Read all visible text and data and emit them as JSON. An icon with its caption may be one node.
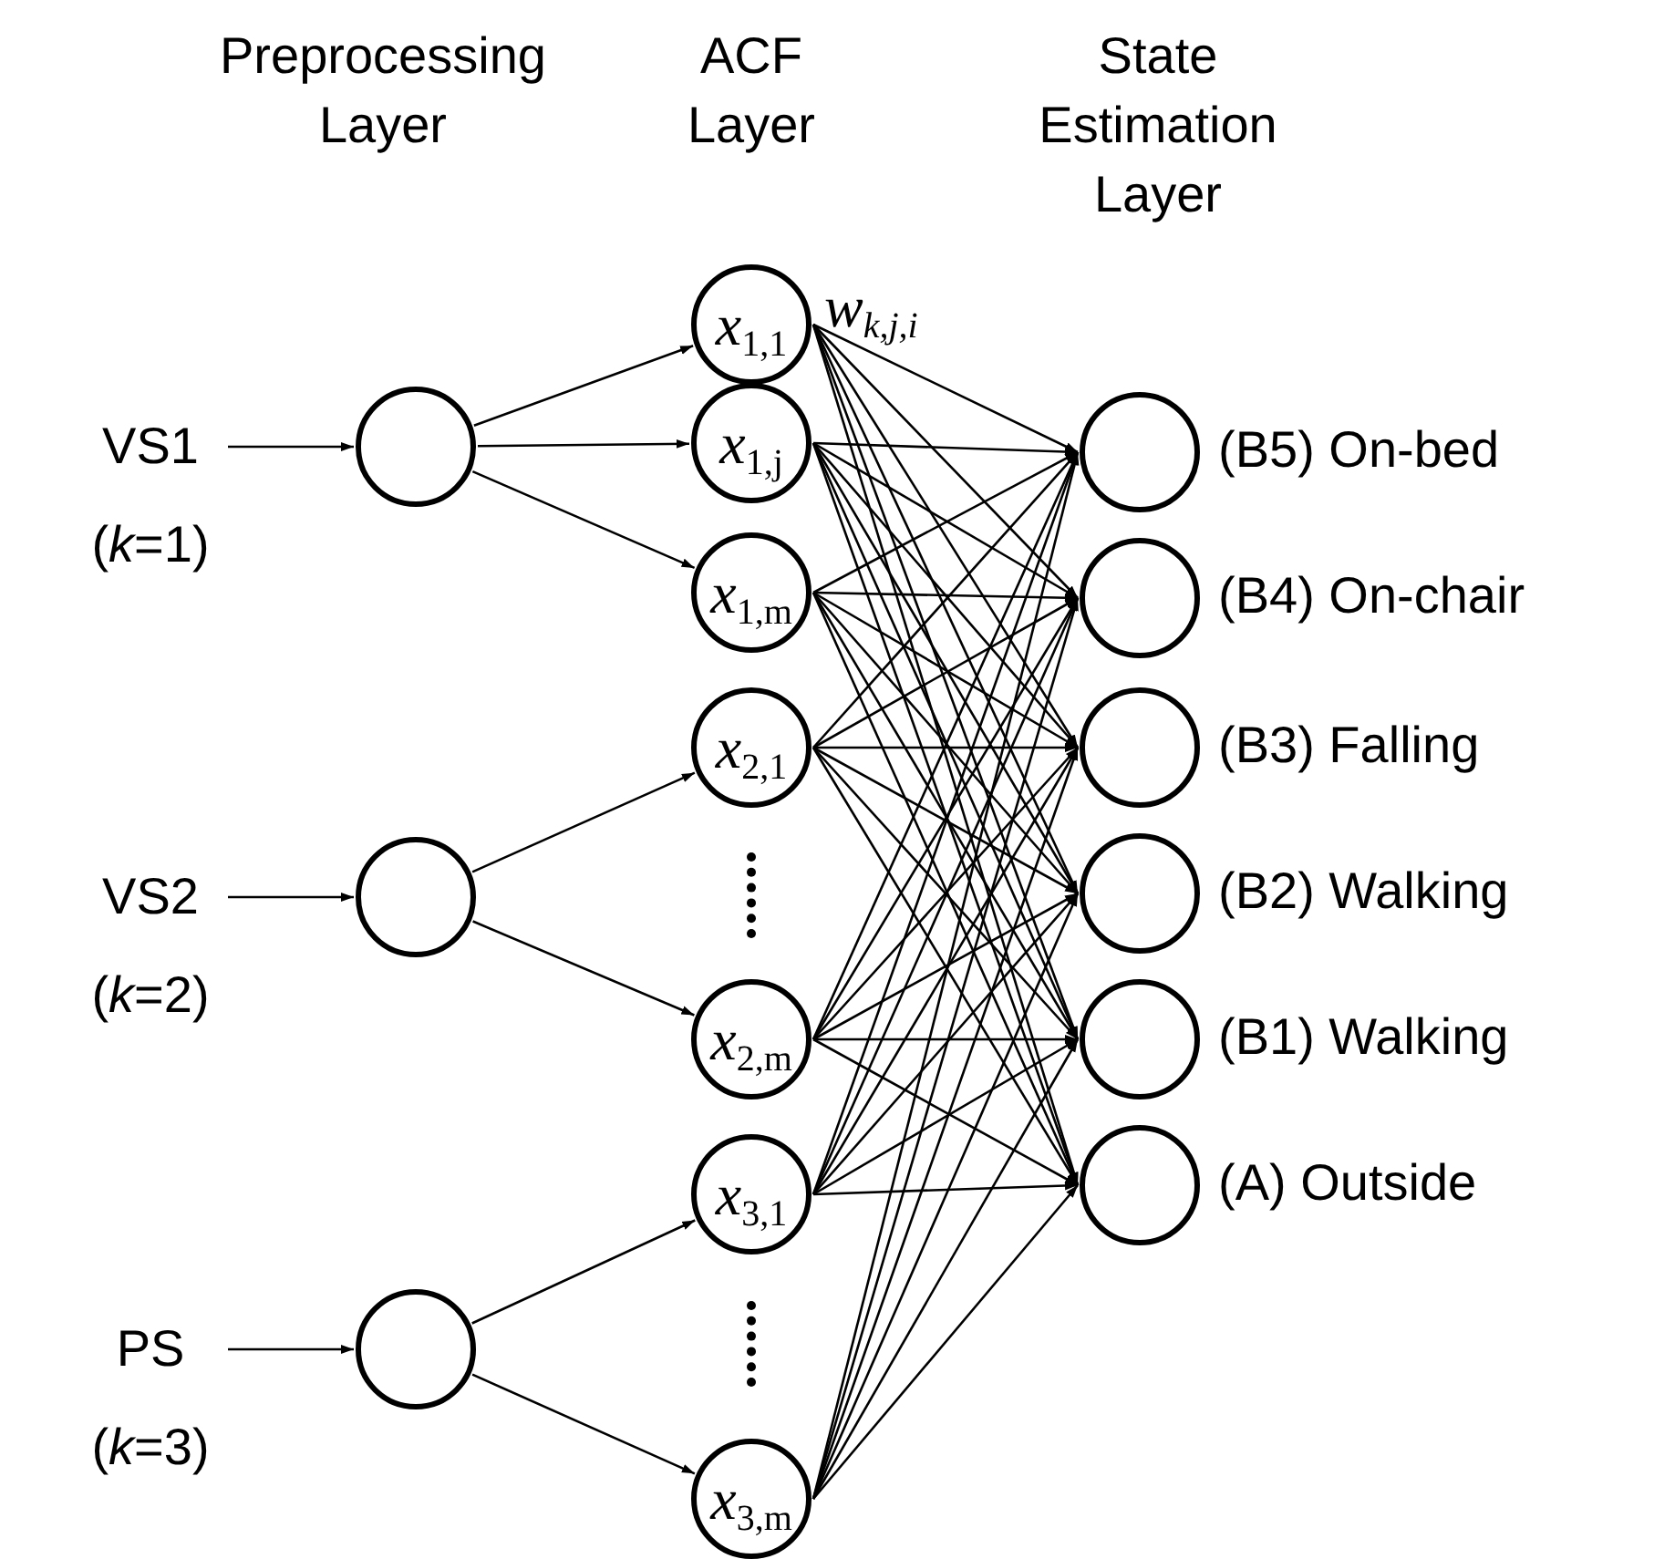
{
  "diagram": {
    "nodes": [
      {
        "text": [
          "VS1 (*k*=1)"
        ]
      },
      {
        "text": [
          "VS2 (*k*=2)"
        ]
      },
      {
        "text": [
          "PS (*k*=3)"
        ]
      },
      {
        "text": [],
        "shape": "circle"
      },
      {
        "text": [],
        "shape": "circle"
      },
      {
        "text": [],
        "shape": "circle"
      },
      {
        "text": [
          "*x*$_{1,1}$"
        ]
      },
      {
        "text": [
          "*x*$_{1,j}$"
        ]
      },
      {
        "text": [
          "*x*$_{1,m}$"
        ]
      },
      {
        "text": [
          "*x*$_{2,1}$"
        ]
      },
      {
        "text": [
          "*x*$_{2,m}$"
        ]
      },
      {
        "text": [
          "*x*$_{3,1}$"
        ]
      },
      {
        "text": [
          "*x*$_{3,m}$"
        ]
      },
      {
        "text": [],
        "shape": "circle",
        "beside": [
          "(B5) On-bed"
        ]
      },
      {
        "text": [],
        "shape": "circle",
        "beside": [
          "(B4) On-chair"
        ]
      },
      {
        "text": [],
        "shape": "circle",
        "beside": [
          "(B3) Falling"
        ]
      },
      {
        "text": [],
        "shape": "circle",
        "beside": [
          "(B2) Walking"
        ]
      },
      {
        "text": [],
        "shape": "circle",
        "beside": [
          "(B1) Walking"
        ]
      },
      {
        "text": [],
        "shape": "circle",
        "beside": [
          "(A) Outside"
        ]
      }
    ],
    "edges": [
      {
        "from": 0,
        "to": 3,
        "arrow": "to"
      },
      {
        "from": 1,
        "to": 4,
        "arrow": "to"
      },
      {
        "from": 2,
        "to": 5,
        "arrow": "to"
      },
      {
        "from": 3,
        "to": 6,
        "arrow": "to"
      },
      {
        "from": 3,
        "to": 7,
        "arrow": "to"
      },
      {
        "from": 3,
        "to": 8,
        "arrow": "to"
      },
      {
        "from": 4,
        "to": 9,
        "arrow": "to"
      },
      {
        "from": 4,
        "to": 10,
        "arrow": "to"
      },
      {
        "from": 5,
        "to": 11,
        "arrow": "to"
      },
      {
        "from": 5,
        "to": 12,
        "arrow": "to"
      },
      {
        "from": 6,
        "to": 13,
        "arrow": "to"
      },
      {
        "from": 6,
        "to": 14,
        "arrow": "to"
      },
      {
        "from": 6,
        "to": 15,
        "arrow": "to"
      },
      {
        "from": 6,
        "to": 16,
        "arrow": "to"
      },
      {
        "from": 6,
        "to": 17,
        "arrow": "to"
      },
      {
        "from": 6,
        "to": 18,
        "arrow": "to"
      },
      {
        "from": 7,
        "to": 13,
        "arrow": "to"
      },
      {
        "from": 7,
        "to": 14,
        "arrow": "to"
      },
      {
        "from": 7,
        "to": 15,
        "arrow": "to"
      },
      {
        "from": 7,
        "to": 16,
        "arrow": "to"
      },
      {
        "from": 7,
        "to": 17,
        "arrow": "to"
      },
      {
        "from": 7,
        "to": 18,
        "arrow": "to"
      },
      {
        "from": 8,
        "to": 13,
        "arrow": "to"
      },
      {
        "from": 8,
        "to": 14,
        "arrow": "to"
      },
      {
        "from": 8,
        "to": 15,
        "arrow": "to"
      },
      {
        "from": 8,
        "to": 16,
        "arrow": "to"
      },
      {
        "from": 8,
        "to": 17,
        "arrow": "to"
      },
      {
        "from": 8,
        "to": 18,
        "arrow": "to"
      },
      {
        "from": 9,
        "to": 13,
        "arrow": "to"
      },
      {
        "from": 9,
        "to": 14,
        "arrow": "to"
      },
      {
        "from": 9,
        "to": 15,
        "arrow": "to"
      },
      {
        "from": 9,
        "to": 16,
        "arrow": "to"
      },
      {
        "from": 9,
        "to": 17,
        "arrow": "to"
      },
      {
        "from": 9,
        "to": 18,
        "arrow": "to"
      },
      {
        "from": 10,
        "to": 13,
        "arrow": "to"
      },
      {
        "from": 10,
        "to": 14,
        "arrow": "to"
      },
      {
        "from": 10,
        "to": 15,
        "arrow": "to"
      },
      {
        "from": 10,
        "to": 16,
        "arrow": "to"
      },
      {
        "from": 10,
        "to": 17,
        "arrow": "to"
      },
      {
        "from": 10,
        "to": 18,
        "arrow": "to"
      },
      {
        "from": 11,
        "to": 13,
        "arrow": "to"
      },
      {
        "from": 11,
        "to": 14,
        "arrow": "to"
      },
      {
        "from": 11,
        "to": 15,
        "arrow": "to"
      },
      {
        "from": 11,
        "to": 16,
        "arrow": "to"
      },
      {
        "from": 11,
        "to": 17,
        "arrow": "to"
      },
      {
        "from": 11,
        "to": 18,
        "arrow": "to"
      },
      {
        "from": 12,
        "to": 13,
        "arrow": "to"
      },
      {
        "from": 12,
        "to": 14,
        "arrow": "to"
      },
      {
        "from": 12,
        "to": 15,
        "arrow": "to"
      },
      {
        "from": 12,
        "to": 16,
        "arrow": "to"
      },
      {
        "from": 12,
        "to": 17,
        "arrow": "to"
      },
      {
        "from": 12,
        "to": 18,
        "arrow": "to"
      }
    ],
    "labels": [
      "Preprocessing Layer",
      "ACF Layer",
      "State Estimation Layer",
      "*w*$_{k,j,i}$"
    ]
  }
}
